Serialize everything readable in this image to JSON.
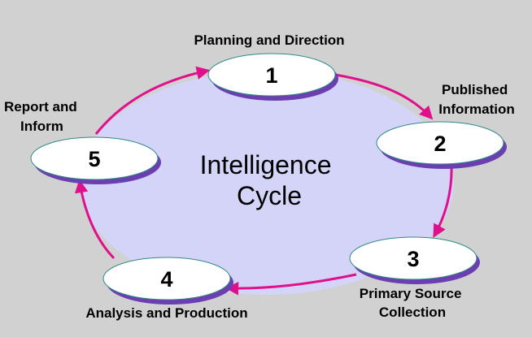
{
  "title_lines": [
    "Intelligence",
    "Cycle"
  ],
  "stages": [
    {
      "number": "1",
      "label_lines": [
        "Planning and Direction"
      ]
    },
    {
      "number": "2",
      "label_lines": [
        "Published",
        "Information"
      ]
    },
    {
      "number": "3",
      "label_lines": [
        "Primary Source",
        "Collection"
      ]
    },
    {
      "number": "4",
      "label_lines": [
        "Analysis and Production"
      ]
    },
    {
      "number": "5",
      "label_lines": [
        "Report and",
        "Inform"
      ]
    }
  ],
  "colors": {
    "background": "#d1d1d1",
    "cycle_fill": "#d4d4f8",
    "arrow": "#e0108c",
    "node_fill": "#ffffff",
    "node_outline": "#2e8a84",
    "node_shadow": "#6b3fb0"
  }
}
